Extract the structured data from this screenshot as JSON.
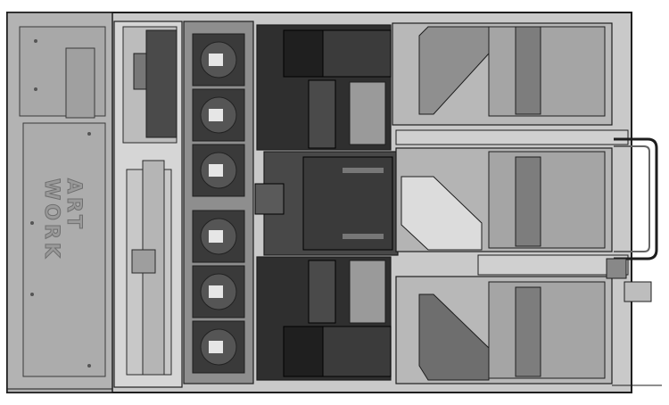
{
  "diagram": {
    "front_panel": {
      "label": "ART WORK"
    },
    "colors": {
      "chassis_fill": "#a7a7a7",
      "panel_fill": "#b3b3b3",
      "dark_fill": "#2f2f2f",
      "mid_fill": "#6b6b6b",
      "fan_fill": "#3a3a3a",
      "line": "#1e1e1e",
      "light_fill": "#d9d9d9"
    },
    "components": [
      "front-panel",
      "backplane-board",
      "fan-module-1",
      "fan-module-2",
      "fan-module-3",
      "fan-module-4",
      "fan-module-5",
      "fan-module-6",
      "cpu-heatsink-1",
      "cpu-heatsink-2",
      "air-shroud",
      "riser-cage-1",
      "riser-cage-2",
      "riser-cage-3",
      "rear-handle"
    ]
  }
}
